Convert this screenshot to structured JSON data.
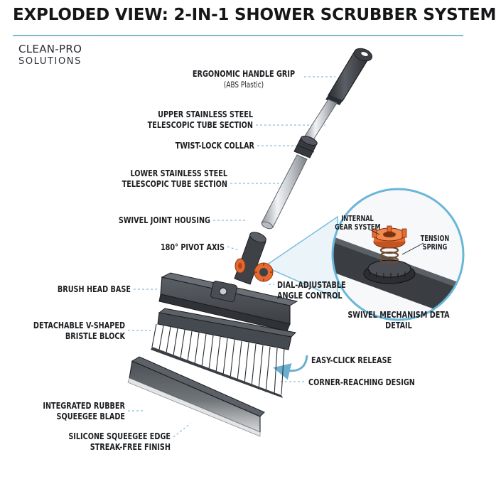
{
  "header": {
    "title": "EXPLODED VIEW: 2-IN-1 SHOWER SCRUBBER SYSTEM",
    "brand_line1": "CLEAN-PRO",
    "brand_line2": "SOLUTIONS"
  },
  "labels": {
    "handle_grip": "ERGONOMIC HANDLE GRIP",
    "handle_material": "(ABS Plastic)",
    "upper_tube_1": "UPPER STAINLESS STEEL",
    "upper_tube_2": "TELESCOPIC TUBE SECTION",
    "twist_lock": "TWIST-LOCK COLLAR",
    "lower_tube_1": "LOWER STAINLESS STEEL",
    "lower_tube_2": "TELESCOPIC TUBE SECTION",
    "swivel_housing": "SWIVEL JOINT HOUSING",
    "pivot_axis": "180° PIVOT AXIS",
    "dial_1": "DIAL-ADJUSTABLE",
    "dial_2": "ANGLE CONTROL",
    "brush_base": "BRUSH HEAD BASE",
    "bristle_1": "DETACHABLE V-SHAPED",
    "bristle_2": "BRISTLE BLOCK",
    "release": "EASY-CLICK RELEASE",
    "corner": "CORNER-REACHING DESIGN",
    "squeegee_1": "INTEGRATED RUBBER",
    "squeegee_2": "SQUEEGEE BLADE",
    "silicone_1": "SILICONE SQUEEGEE EDGE",
    "silicone_2": "STREAK-FREE FINISH"
  },
  "detail": {
    "gear_1": "INTERNAL",
    "gear_2": "GEAR SYSTEM",
    "spring_1": "TENSION",
    "spring_2": "SPRING",
    "caption_1": "SWIVEL MECHANISM DETA",
    "caption_2": "DETAIL"
  },
  "colors": {
    "accent": "#e8692e",
    "body": "#3e4247",
    "leader": "#6aaed0",
    "detail_ring": "#6ab6d8"
  }
}
